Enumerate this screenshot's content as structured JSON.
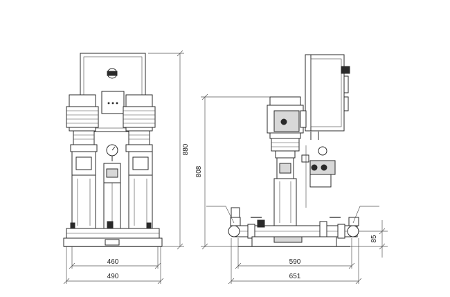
{
  "front_view": {
    "width_460": "460",
    "width_490": "490",
    "height_880": "880"
  },
  "side_view": {
    "height_808": "808",
    "length_590": "590",
    "length_651": "651",
    "height_85": "85"
  }
}
